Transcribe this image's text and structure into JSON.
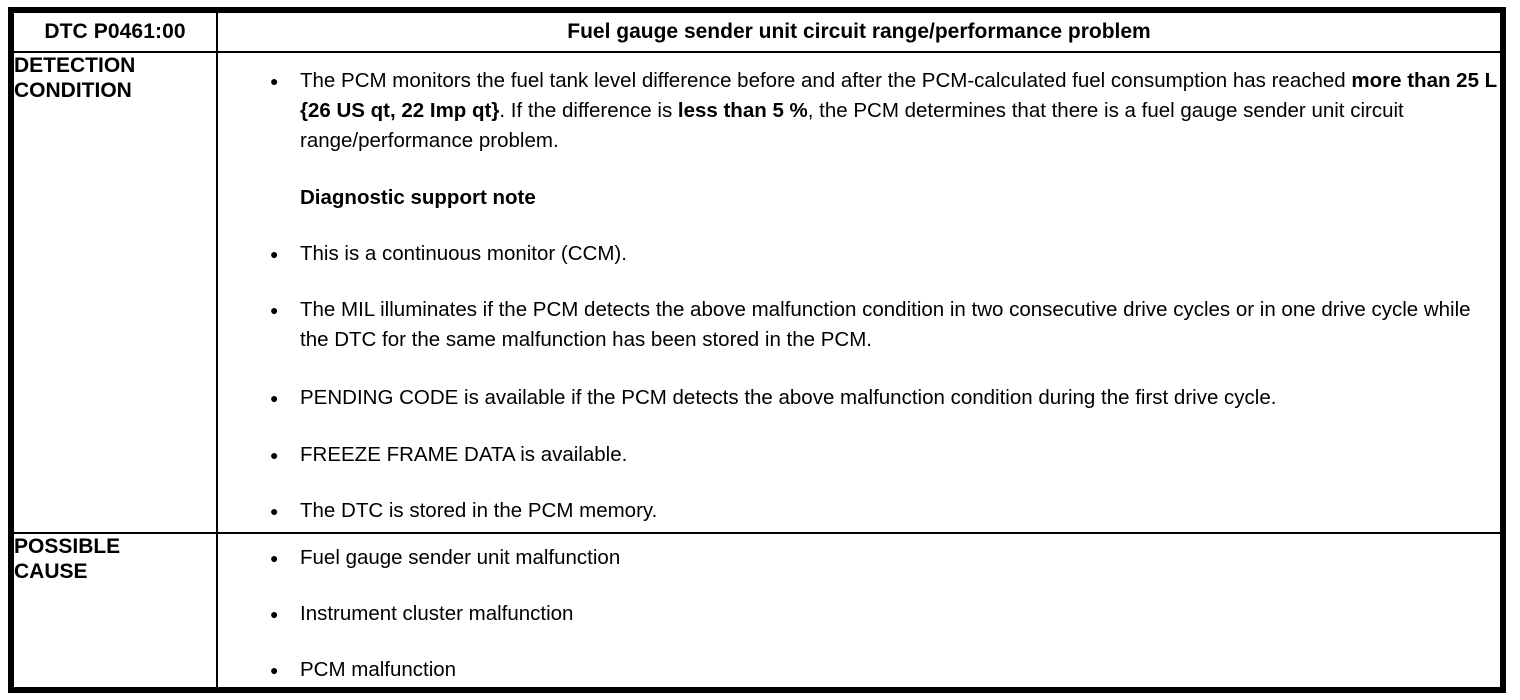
{
  "document": {
    "type": "dtc-diagnostic-table",
    "code_label": "DTC P0461:00",
    "title": "Fuel gauge sender unit circuit range/performance problem",
    "bullet_glyph": "●"
  },
  "rows": {
    "detection": {
      "label": "DETECTION\nCONDITION",
      "note_heading": "Diagnostic support note",
      "bullets": {
        "monitor_desc": {
          "part1": "The PCM monitors the fuel tank level difference before and after the PCM-calculated fuel consumption has reached ",
          "bold1": "more than 25 L {26 US qt, 22 Imp qt}",
          "part2": ". If the difference is ",
          "bold2": "less than 5 %",
          "part3": ", the PCM determines that there is a fuel gauge sender unit circuit range/performance problem."
        },
        "continuous_monitor": "This is a continuous monitor (CCM).",
        "mil": "The MIL illuminates if the PCM detects the above malfunction condition in two consecutive drive cycles or in one drive cycle while the DTC for the same malfunction has been stored in the PCM.",
        "pending_code": "PENDING CODE is available if the PCM detects the above malfunction condition during the first drive cycle.",
        "freeze_frame": "FREEZE FRAME DATA is available.",
        "stored": "The DTC is stored in the PCM memory."
      }
    },
    "possible_cause": {
      "label": "POSSIBLE\nCAUSE",
      "bullets": [
        "Fuel gauge sender unit malfunction",
        "Instrument cluster malfunction",
        "PCM malfunction"
      ]
    }
  },
  "colors": {
    "text": "#000000",
    "background": "#ffffff",
    "border": "#000000"
  }
}
